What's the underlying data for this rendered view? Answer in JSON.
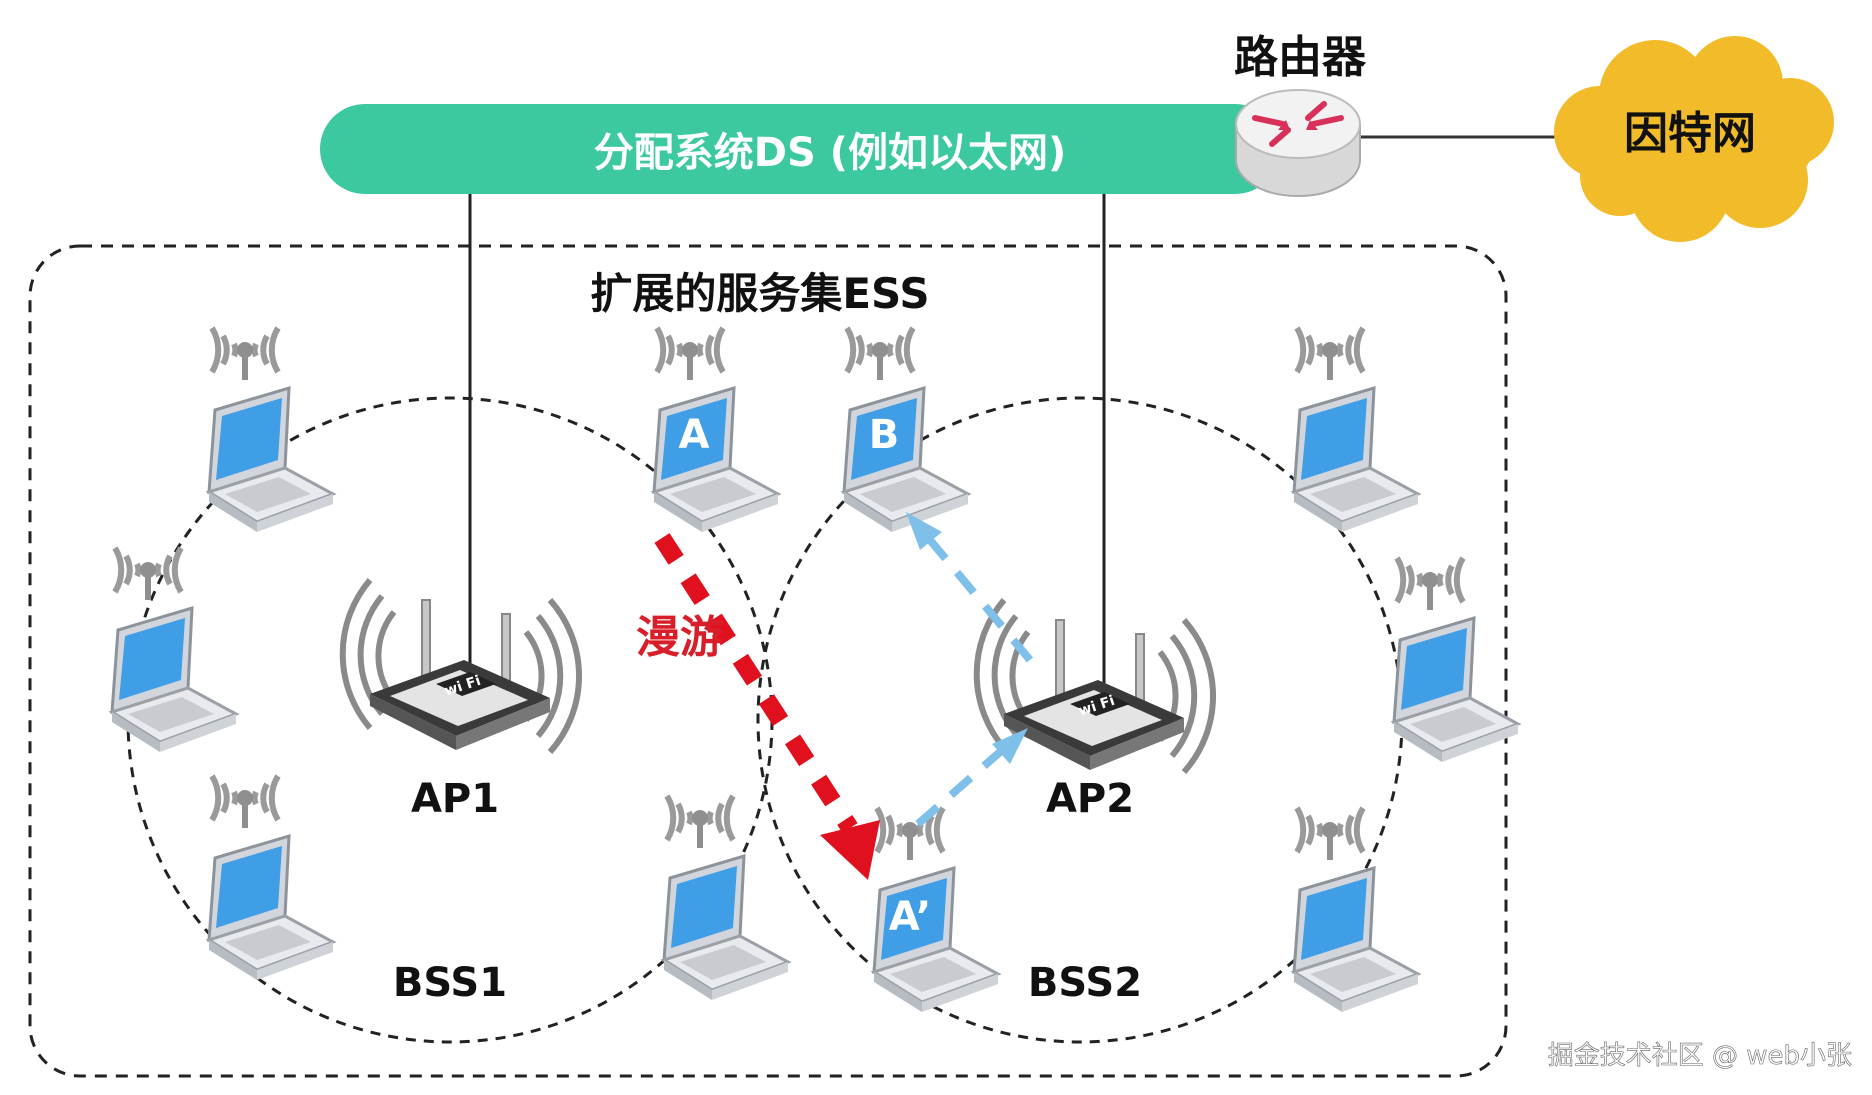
{
  "router": {
    "label": "路由器"
  },
  "internet": {
    "label": "因特网"
  },
  "ds": {
    "label": "分配系统DS (例如以太网)"
  },
  "ess": {
    "label": "扩展的服务集ESS"
  },
  "aps": [
    {
      "label": "AP1"
    },
    {
      "label": "AP2"
    }
  ],
  "bss": [
    {
      "label": "BSS1"
    },
    {
      "label": "BSS2"
    }
  ],
  "stations": {
    "a": "A",
    "b": "B",
    "a_prime": "A’"
  },
  "roaming": {
    "label": "漫游"
  },
  "watermark": {
    "label": "掘金技术社区 @ web小张"
  },
  "colors": {
    "ds_bar": "#3cc9a0",
    "cloud": "#f2bb2a",
    "roaming_arrow": "#e0101e",
    "relay_arrow": "#7ec0ea",
    "screen": "#3f9ee6"
  }
}
